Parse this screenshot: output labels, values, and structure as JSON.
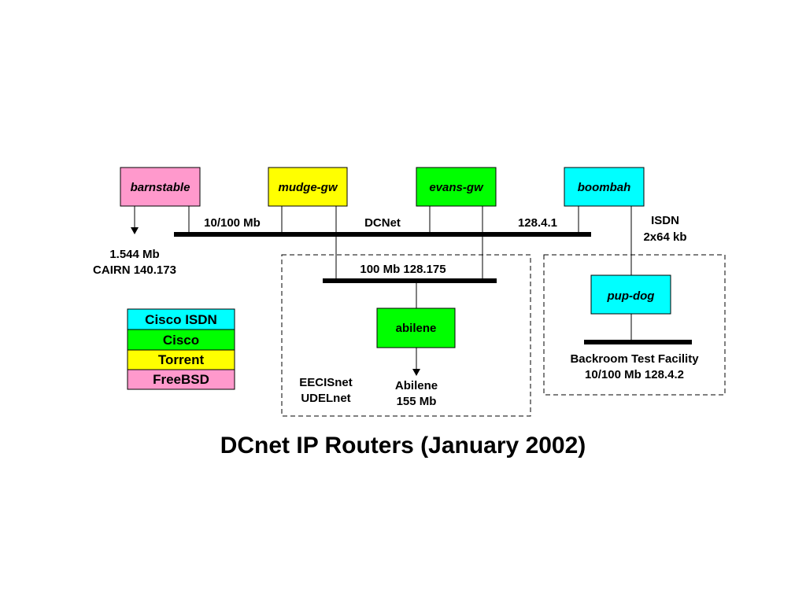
{
  "title": "DCnet IP Routers (January 2002)",
  "colors": {
    "freebsd": "#ff99cc",
    "torrent": "#ffff00",
    "cisco": "#00ff00",
    "cisco_isdn": "#00ffff"
  },
  "nodes": {
    "barnstable": "barnstable",
    "mudge_gw": "mudge-gw",
    "evans_gw": "evans-gw",
    "boombah": "boombah",
    "abilene": "abilene",
    "pup_dog": "pup-dog"
  },
  "labels": {
    "speed_10_100": "10/100 Mb",
    "dcnet": "DCNet",
    "addr_128_4_1": "128.4.1",
    "isdn_line1": "ISDN",
    "isdn_line2": "2x64 kb",
    "cairn_line1": "1.544 Mb",
    "cairn_line2": "CAIRN 140.173",
    "abilene_net": "100 Mb 128.175",
    "eecis_line1": "EECISnet",
    "eecis_line2": "UDELnet",
    "abilene_line1": "Abilene",
    "abilene_line2": "155 Mb",
    "backroom_line1": "Backroom Test Facility",
    "backroom_line2": "10/100 Mb 128.4.2"
  },
  "legend": [
    "Cisco ISDN",
    "Cisco",
    "Torrent",
    "FreeBSD"
  ]
}
